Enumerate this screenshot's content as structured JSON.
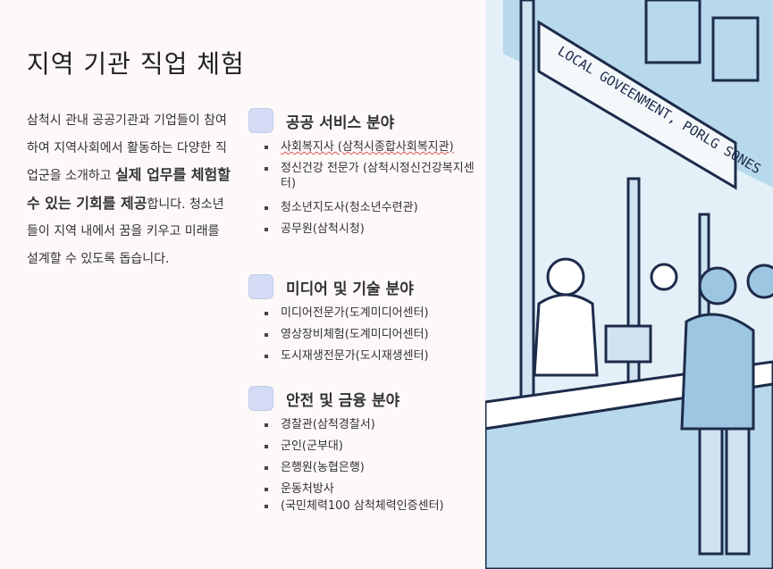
{
  "title": "지역 기관 직업 체험",
  "intro": {
    "part1": "삼척시 관내 공공기관과 기업들이 참여하여 지역사회에서 활동하는 다양한 직업군을 소개하고 ",
    "bold": "실제 업무를 체험할 수 있는 기회를 제공",
    "part2": "합니다. 청소년들이 지역 내에서 꿈을 키우고 미래를 설계할 수 있도록 돕습니다."
  },
  "sections": [
    {
      "title": "공공 서비스 분야",
      "items": [
        "사회복지사 (삼척시종합사회복지관)",
        "정신건강 전문가 (삼척시정신건강복지센터)",
        "청소년지도사(청소년수련관)",
        "공무원(삼척시청)"
      ]
    },
    {
      "title": "미디어 및 기술 분야",
      "items": [
        "미디어전문가(도계미디어센터)",
        "영상장비체험(도계미디어센터)",
        "도시재생전문가(도시재생센터)"
      ]
    },
    {
      "title": "안전 및 금융 분야",
      "items": [
        "경찰관(삼척경찰서)",
        "군인(군부대)",
        "은행원(농협은행)",
        "운동처방사",
        "(국민체력100 삼척체력인증센터)"
      ]
    }
  ],
  "illustration": {
    "sign": "LOCAL GOVEENMENT, PORLG SONES"
  }
}
